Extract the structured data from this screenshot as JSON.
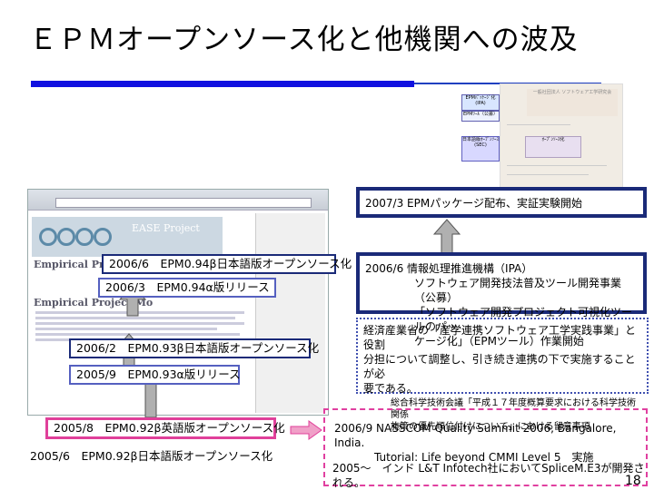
{
  "slide": {
    "title": "ＥＰＭオープンソース化と他機関への波及",
    "page_number": "18"
  },
  "diagram": {
    "box1": "EPMﾊﾟｯｹｰｼﾞ化 (IPA)",
    "box2": "EPMﾂｰﾙ（公募）",
    "box3": "日本語版ｵｰﾌﾟﾝｿｰｽ (SEC)",
    "box4": "ｵｰﾌﾟﾝｿｰｽ化",
    "top_right": "一般社団法人 ソフトウェア工学研究会"
  },
  "browser": {
    "brand": "EASE Project",
    "heading1": "Empirical Project",
    "heading2": "Empirical Project Mo"
  },
  "timeline": {
    "t2006_6": "2006/6　EPM0.94β日本語版オープンソース化",
    "t2006_3": "2006/3　EPM0.94α版リリース",
    "t2006_2": "2006/2　EPM0.93β日本語版オープンソース化",
    "t2005_9": "2005/9　EPM0.93α版リリース",
    "t2005_8": "2005/8　EPM0.92β英語版オープンソース化",
    "t2005_6": "2005/6　EPM0.92β日本語版オープンソース化"
  },
  "right": {
    "r2007": "2007/3 EPMパッケージ配布、実証実験開始",
    "ipa_line1": "2006/6 情報処理推進機構（IPA）",
    "ipa_line2": "ソフトウェア開発技法普及ツール開発事業（公募）",
    "ipa_line3": "「ソフトウェア開発プロジェクト可視化ツールのパッ",
    "ipa_line4": "ケージ化」（EPMツール）作業開始",
    "meti_line1": "経済産業省の「産学連携ソフトウェア工学実践事業」と役割",
    "meti_line2": "分担について調整し、引き続き連携の下で実施することが必",
    "meti_line3": "要である。",
    "meti_ref1": "総合科学技術会議「平成１７年度概算要求における科学技術関係",
    "meti_ref2": "施策の優先順位付けについて」における留意事項",
    "nasscom1": "2006/9 NASSCOM Quality Summit 2006, Bangalore, India.",
    "nasscom2": "Tutorial: Life beyond CMMI Level 5　実施",
    "india": "2005～　インド L&T Infotech社においてSpliceM.E3が開発される。"
  },
  "colors": {
    "title_rule": "#1010e0",
    "navy_border": "#1a2a78",
    "pink_border": "#e0409a"
  }
}
